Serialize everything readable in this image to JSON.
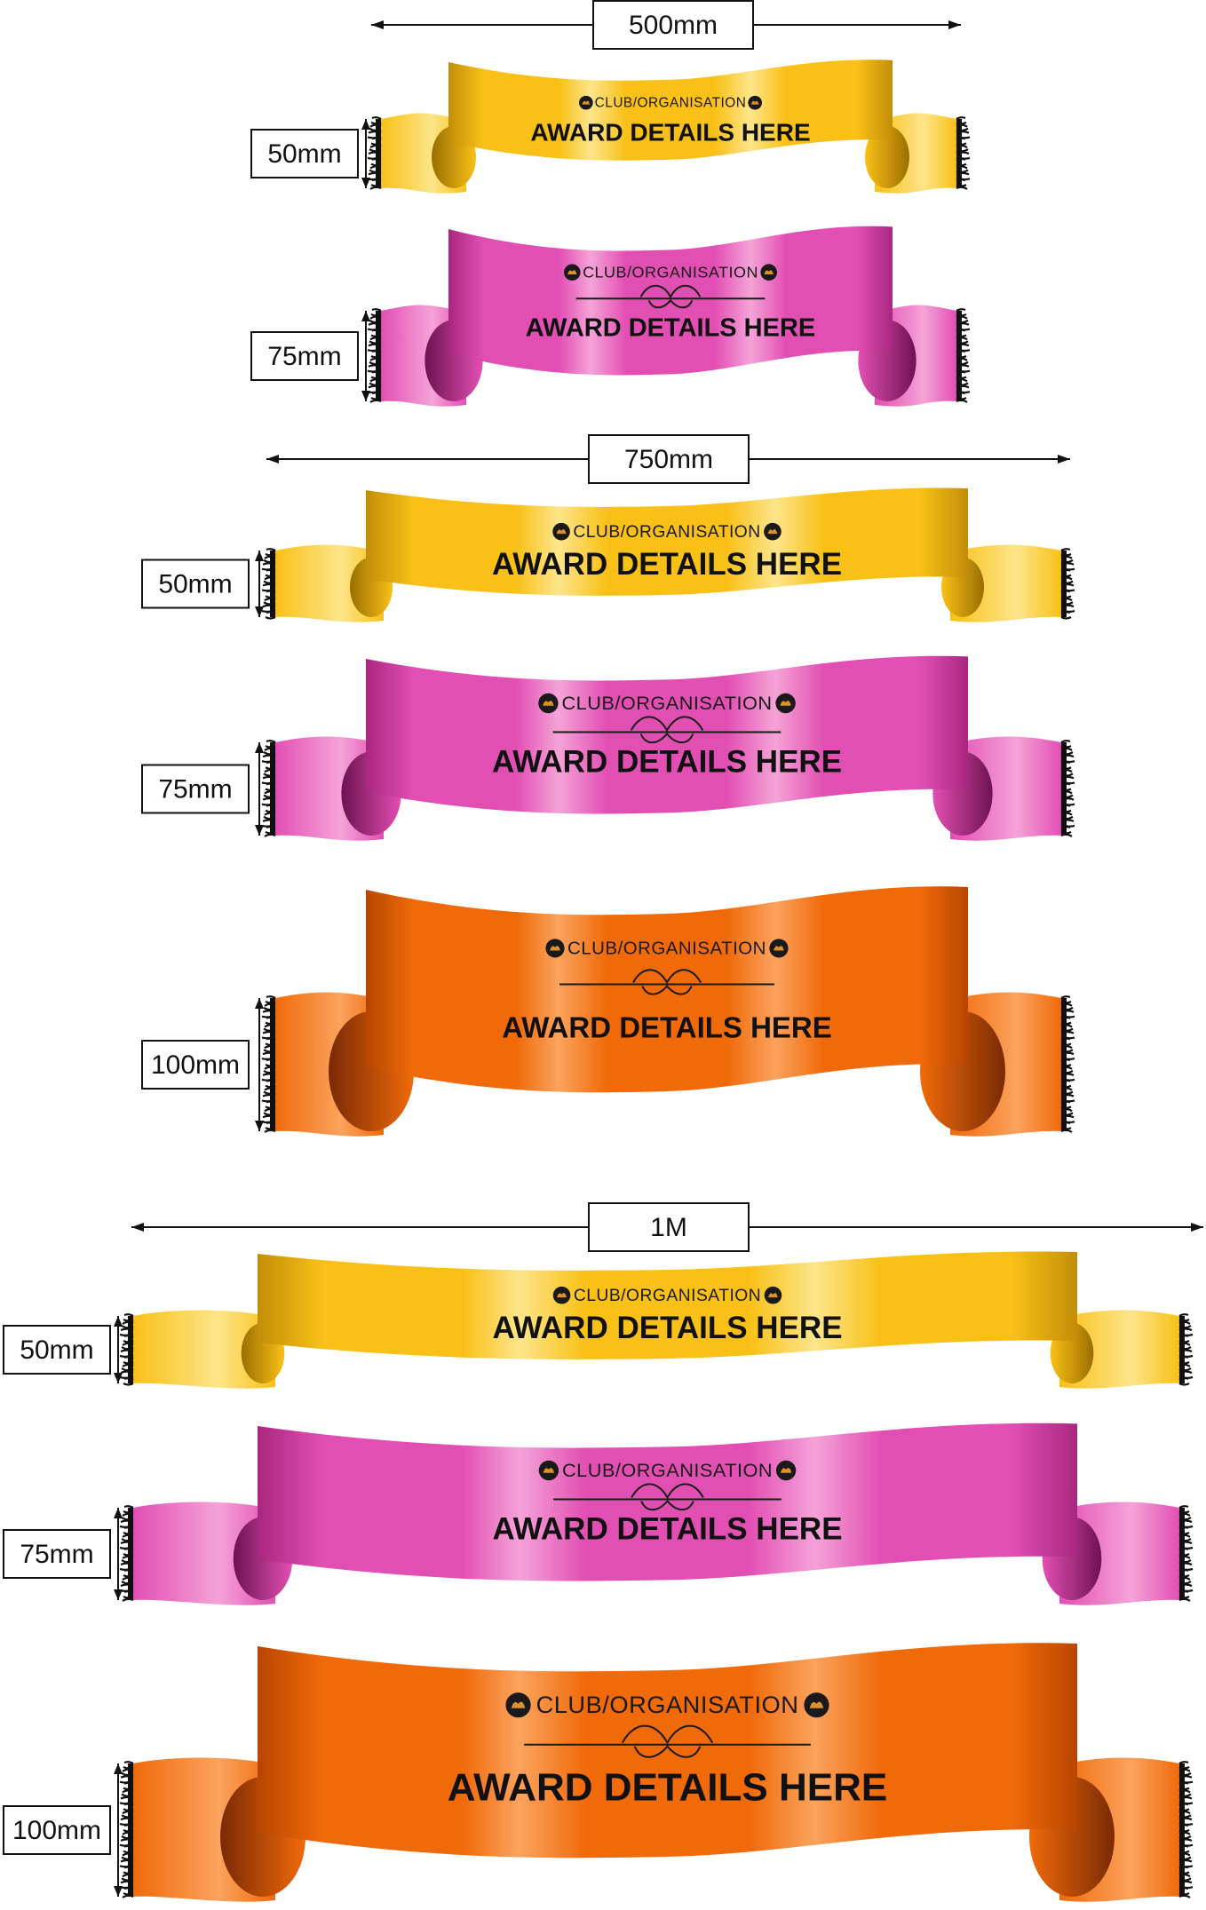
{
  "colors": {
    "yellow": {
      "base": "#F9C117",
      "light": "#FDE58A",
      "dark": "#C28E08",
      "curl": "#9A6E00"
    },
    "pink": {
      "base": "#E24FB3",
      "light": "#F5A3D8",
      "dark": "#A8277F",
      "curl": "#6E1252"
    },
    "orange": {
      "base": "#F06A0A",
      "light": "#FBA35E",
      "dark": "#B84600",
      "curl": "#7A2A05"
    },
    "fringe": "#111111",
    "dimension": "#111111"
  },
  "icons": [
    "fringe-icon",
    "badge-icon",
    "flourish-divider-icon",
    "arrow-icon"
  ],
  "groups": [
    {
      "width_label": "500mm",
      "sashes": [
        {
          "color": "yellow",
          "height_label": "50mm",
          "club_text": "CLUB/ORGANISATION",
          "award_text": "AWARD DETAILS HERE",
          "divider": false
        },
        {
          "color": "pink",
          "height_label": "75mm",
          "club_text": "CLUB/ORGANISATION",
          "award_text": "AWARD DETAILS HERE",
          "divider": true
        }
      ]
    },
    {
      "width_label": "750mm",
      "sashes": [
        {
          "color": "yellow",
          "height_label": "50mm",
          "club_text": "CLUB/ORGANISATION",
          "award_text": "AWARD DETAILS HERE",
          "divider": false
        },
        {
          "color": "pink",
          "height_label": "75mm",
          "club_text": "CLUB/ORGANISATION",
          "award_text": "AWARD DETAILS HERE",
          "divider": true
        },
        {
          "color": "orange",
          "height_label": "100mm",
          "club_text": "CLUB/ORGANISATION",
          "award_text": "AWARD DETAILS HERE",
          "divider": true
        }
      ]
    },
    {
      "width_label": "1M",
      "sashes": [
        {
          "color": "yellow",
          "height_label": "50mm",
          "club_text": "CLUB/ORGANISATION",
          "award_text": "AWARD DETAILS HERE",
          "divider": false
        },
        {
          "color": "pink",
          "height_label": "75mm",
          "club_text": "CLUB/ORGANISATION",
          "award_text": "AWARD DETAILS HERE",
          "divider": true
        },
        {
          "color": "orange",
          "height_label": "100mm",
          "club_text": "CLUB/ORGANISATION",
          "award_text": "AWARD DETAILS HERE",
          "divider": true
        }
      ]
    }
  ]
}
